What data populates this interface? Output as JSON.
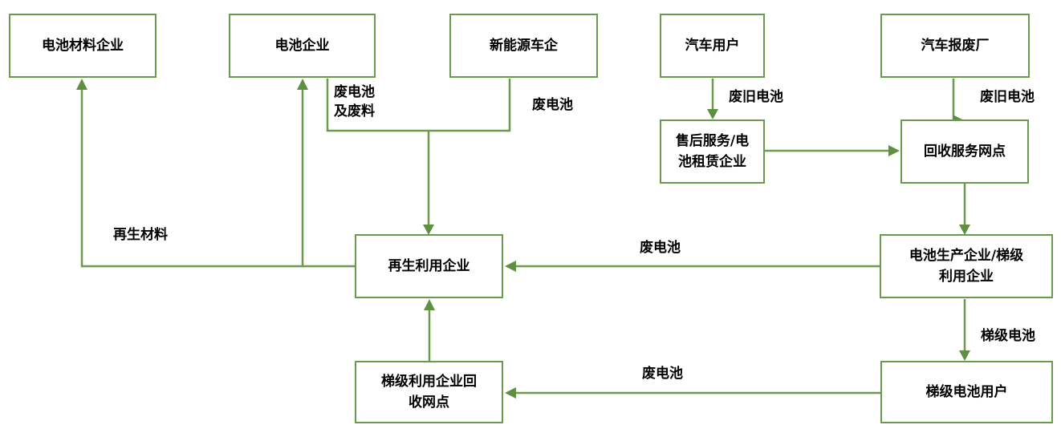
{
  "diagram": {
    "type": "flowchart",
    "description": "动力电池回收利用流程图",
    "colors": {
      "line": "#6a9a4d",
      "arrowhead": "#5f8f41",
      "text": "#000000",
      "background": "#ffffff"
    },
    "nodes": [
      {
        "id": "battery-materials",
        "label": "电池材料企业"
      },
      {
        "id": "battery-company",
        "label": "电池企业"
      },
      {
        "id": "nev-maker",
        "label": "新能源车企"
      },
      {
        "id": "car-user",
        "label": "汽车用户"
      },
      {
        "id": "car-scrap-plant",
        "label": "汽车报废厂"
      },
      {
        "id": "aftersales-leasing",
        "label": "售后服务/电\n池租赁企业"
      },
      {
        "id": "recycling-service-network",
        "label": "回收服务网点"
      },
      {
        "id": "regeneration-company",
        "label": "再生利用企业"
      },
      {
        "id": "battery-producer-cascade",
        "label": "电池生产企业/梯级\n利用企业"
      },
      {
        "id": "cascade-recycling-network",
        "label": "梯级利用企业回\n收网点"
      },
      {
        "id": "cascade-battery-user",
        "label": "梯级电池用户"
      }
    ],
    "edge_labels": [
      {
        "text": "废电池\n及废料"
      },
      {
        "text": "废电池"
      },
      {
        "text": "废旧电池"
      },
      {
        "text": "废旧电池"
      },
      {
        "text": "再生材料"
      },
      {
        "text": "废电池"
      },
      {
        "text": "梯级电池"
      },
      {
        "text": "废电池"
      }
    ],
    "edges": [
      {
        "from": "再生利用企业",
        "to": "电池材料企业",
        "label": "再生材料"
      },
      {
        "from": "再生利用企业",
        "to": "电池企业",
        "label": "再生材料"
      },
      {
        "from": "电池企业",
        "to": "再生利用企业",
        "label": "废电池及废料"
      },
      {
        "from": "新能源车企",
        "to": "再生利用企业",
        "label": "废电池"
      },
      {
        "from": "汽车用户",
        "to": "售后服务/电池租赁企业",
        "label": "废旧电池"
      },
      {
        "from": "售后服务/电池租赁企业",
        "to": "回收服务网点",
        "label": ""
      },
      {
        "from": "汽车报废厂",
        "to": "回收服务网点",
        "label": "废旧电池"
      },
      {
        "from": "回收服务网点",
        "to": "电池生产企业/梯级利用企业",
        "label": ""
      },
      {
        "from": "电池生产企业/梯级利用企业",
        "to": "再生利用企业",
        "label": "废电池"
      },
      {
        "from": "电池生产企业/梯级利用企业",
        "to": "梯级电池用户",
        "label": "梯级电池"
      },
      {
        "from": "梯级电池用户",
        "to": "梯级利用企业回收网点",
        "label": "废电池"
      },
      {
        "from": "梯级利用企业回收网点",
        "to": "再生利用企业",
        "label": ""
      }
    ]
  }
}
